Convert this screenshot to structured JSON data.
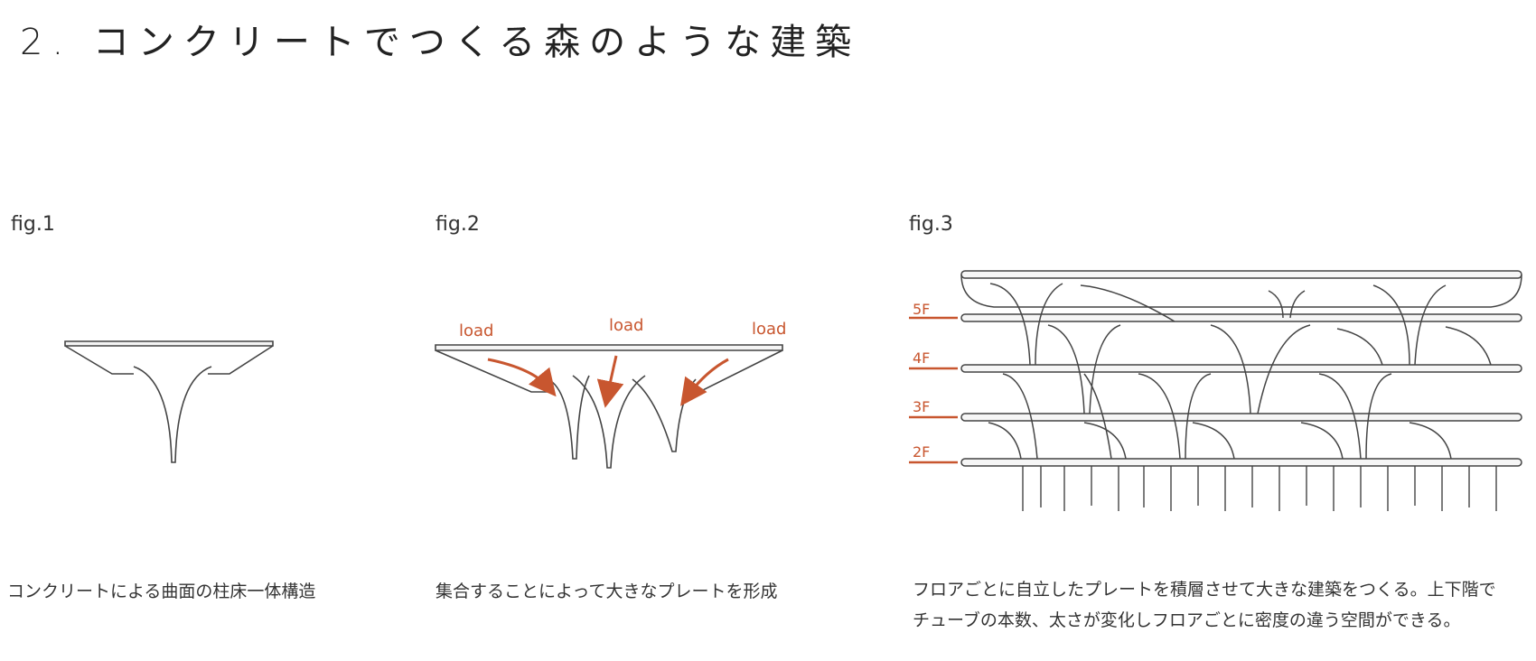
{
  "title": "2. コンクリートでつくる森のような建築",
  "figures": [
    {
      "label": "fig.1",
      "caption": "コンクリートによる曲面の柱床一体構造"
    },
    {
      "label": "fig.2",
      "caption": "集合することによって大きなプレートを形成",
      "loads": [
        "load",
        "load",
        "load"
      ]
    },
    {
      "label": "fig.3",
      "caption_lines": [
        "フロアごとに自立したプレートを積層させて大きな建築をつくる。上下階で",
        "チューブの本数、太さが変化しフロアごとに密度の違う空間ができる。"
      ],
      "floors": [
        "5F",
        "4F",
        "3F",
        "2F"
      ]
    }
  ],
  "colors": {
    "accent": "#c8562f",
    "line": "#444444"
  }
}
